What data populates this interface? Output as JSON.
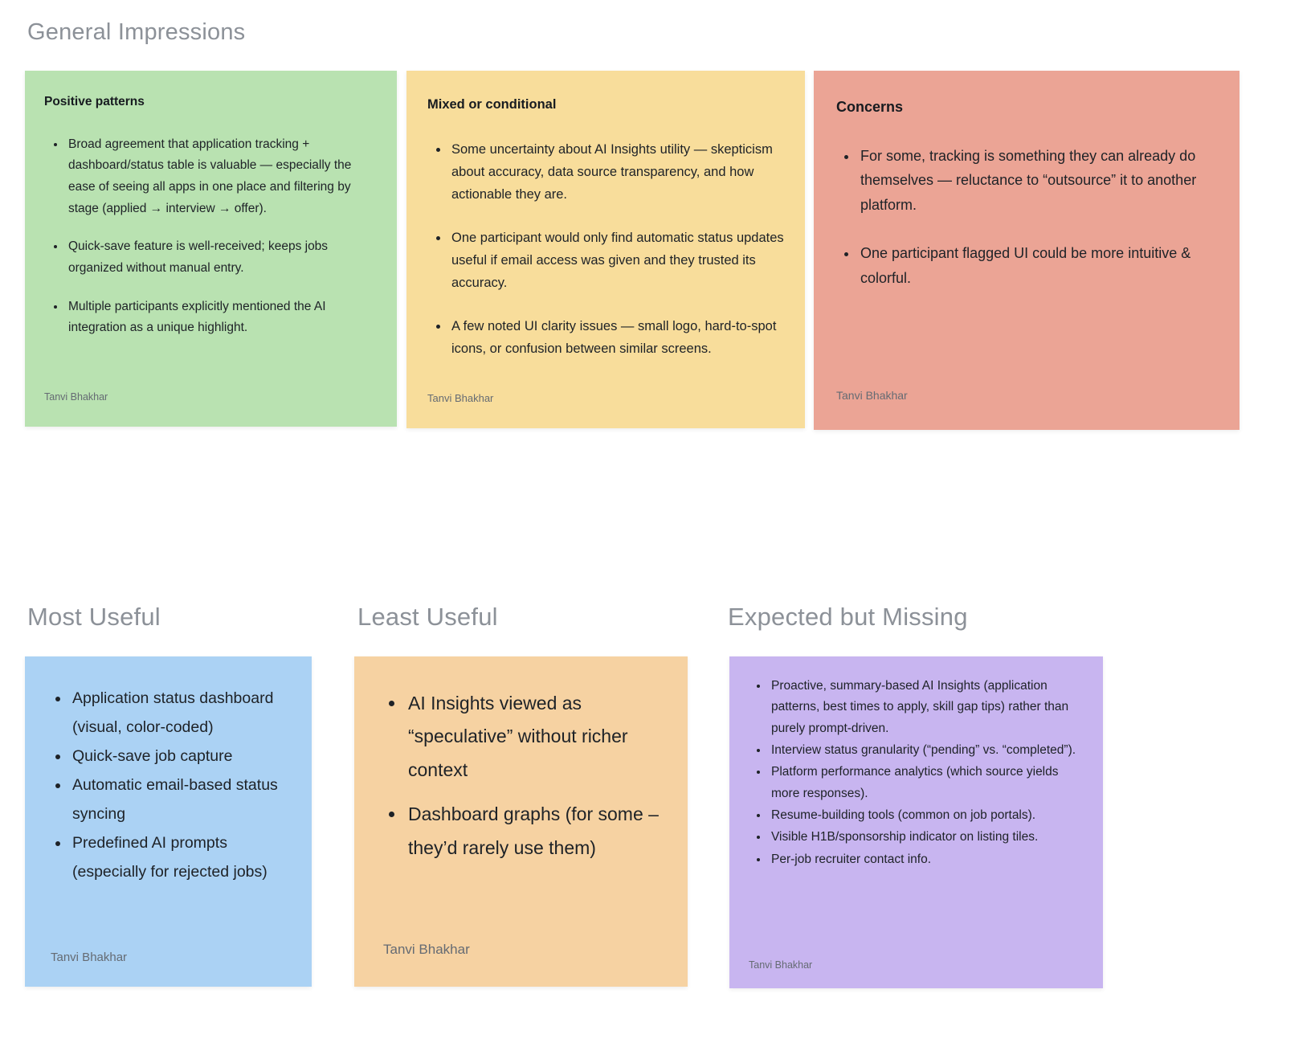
{
  "headings": {
    "general_impressions": "General Impressions",
    "most_useful": "Most Useful",
    "least_useful": "Least Useful",
    "expected_but_missing": "Expected but Missing"
  },
  "notes": {
    "positive_patterns": {
      "color": "#b9e2b1",
      "title": "Positive patterns",
      "bullets": [
        "Broad agreement that application tracking + dashboard/status table is valuable — especially the ease of seeing all apps in one place and filtering by stage (applied → interview → offer).",
        "Quick-save feature is well-received; keeps jobs organized without manual entry.",
        "Multiple participants explicitly mentioned the AI integration as a unique highlight."
      ],
      "author": "Tanvi Bhakhar"
    },
    "mixed_or_conditional": {
      "color": "#f8dd9b",
      "title": "Mixed or conditional",
      "bullets": [
        "Some uncertainty about AI Insights utility — skepticism about accuracy, data source transparency, and how actionable they are.",
        "One participant would only find automatic status updates useful if email access was given and they trusted its accuracy.",
        "A few noted UI clarity issues — small logo, hard-to-spot icons, or confusion between similar screens."
      ],
      "author": "Tanvi Bhakhar"
    },
    "concerns": {
      "color": "#eba495",
      "title": "Concerns",
      "bullets": [
        "For some, tracking is something they can already do themselves — reluctance to “outsource” it to another platform.",
        "One participant flagged UI could be more intuitive & colorful."
      ],
      "author": "Tanvi Bhakhar"
    },
    "most_useful": {
      "color": "#abd2f4",
      "bullets": [
        "Application status dashboard (visual, color-coded)",
        "Quick-save job capture",
        "Automatic email-based status syncing",
        "Predefined AI prompts (especially for rejected jobs)"
      ],
      "author": "Tanvi Bhakhar"
    },
    "least_useful": {
      "color": "#f6d2a2",
      "bullets": [
        "AI Insights viewed as “speculative” without richer context",
        "Dashboard graphs (for some – they’d rarely use them)"
      ],
      "author": "Tanvi Bhakhar"
    },
    "expected_but_missing": {
      "color": "#c8b5f0",
      "bullets": [
        "Proactive, summary-based AI Insights (application patterns, best times to apply, skill gap tips) rather than purely prompt-driven.",
        "Interview status granularity (“pending” vs. “completed”).",
        "Platform performance analytics (which source yields more responses).",
        "Resume-building tools (common on job portals).",
        "Visible H1B/sponsorship indicator on listing tiles.",
        "Per-job recruiter contact info."
      ],
      "author": "Tanvi Bhakhar"
    }
  }
}
